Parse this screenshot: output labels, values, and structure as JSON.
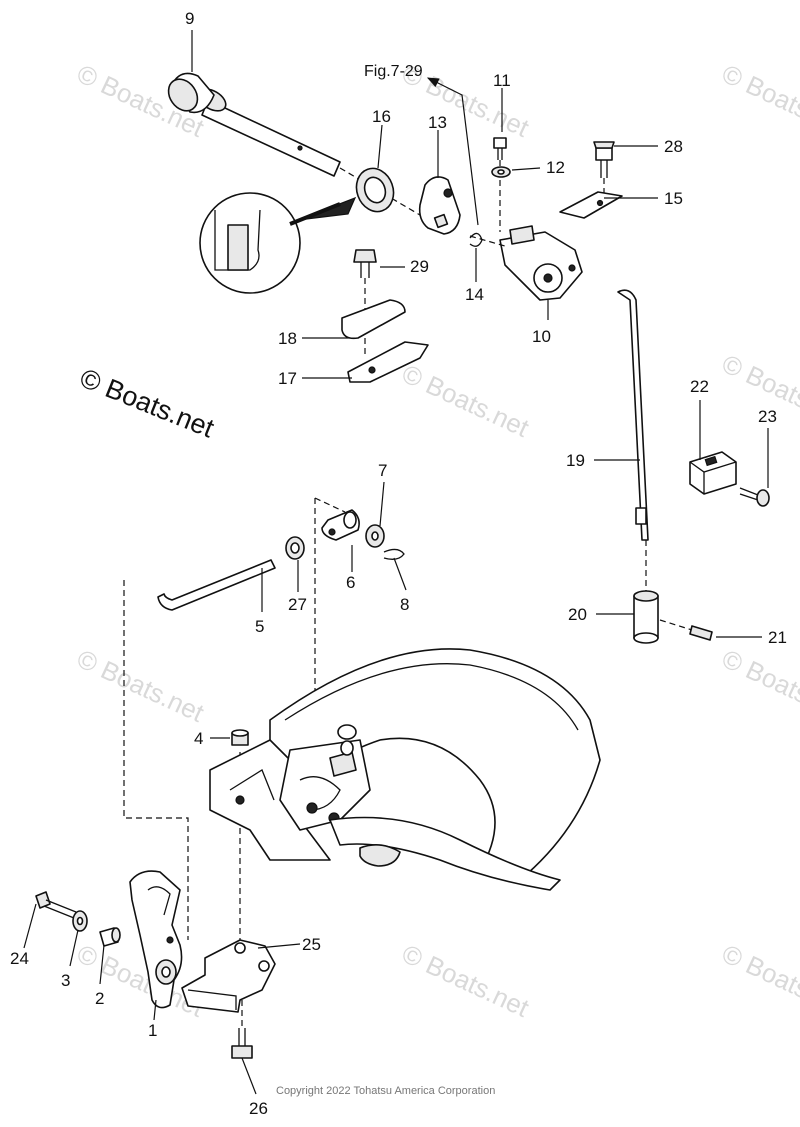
{
  "watermarks": [
    "© Boats.net",
    "© Boats.net",
    "© Boats.net",
    "© Boats.net",
    "© Boats.net",
    "© Boats.net",
    "© Boats.net",
    "© Boats.net",
    "© Boats.net"
  ],
  "brand": "© Boats.net",
  "copyright": "Copyright 2022 Tohatsu America Corporation",
  "figure_ref": "Fig.7-29",
  "callouts": {
    "c1": "1",
    "c2": "2",
    "c3": "3",
    "c4": "4",
    "c5": "5",
    "c6": "6",
    "c7": "7",
    "c8": "8",
    "c9": "9",
    "c10": "10",
    "c11": "11",
    "c12": "12",
    "c13": "13",
    "c14": "14",
    "c15": "15",
    "c16": "16",
    "c17": "17",
    "c18": "18",
    "c19": "19",
    "c20": "20",
    "c21": "21",
    "c22": "22",
    "c23": "23",
    "c24": "24",
    "c25": "25",
    "c26": "26",
    "c27": "27",
    "c28": "28",
    "c29": "29"
  }
}
